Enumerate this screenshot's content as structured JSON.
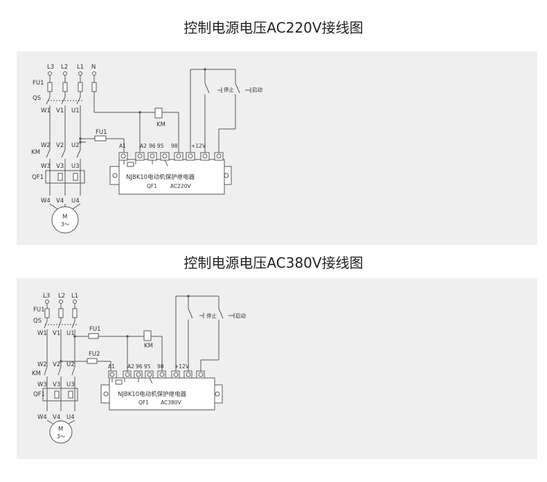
{
  "headings": {
    "ac220": "控制电源电压AC220V接线图",
    "ac380": "控制电源电压AC380V接线图"
  },
  "d1": {
    "phases": [
      "L3",
      "L2",
      "L1",
      "N"
    ],
    "fu1": "FU1",
    "qs": "QS",
    "w1": "W1",
    "v1": "V1",
    "u1": "U1",
    "w2": "W2",
    "v2": "V2",
    "u2": "U2",
    "km_left": "KM",
    "w3": "W3",
    "v3": "V3",
    "u3": "U3",
    "qf1_left": "QF1",
    "w4": "W4",
    "v4": "V4",
    "u4": "U4",
    "motor": "M",
    "motor_sub": "3～",
    "fu_ctrl": "FU1",
    "km_coil": "KM",
    "stop": "停止",
    "start": "启动",
    "t_a1": "A1",
    "t_a2": "A2",
    "t_9695": "96 95",
    "t_98": "98",
    "t_12v": "+12V",
    "relay_name": "NJBK10电动机保护继电器",
    "relay_qf1": "QF1",
    "relay_voltage": "AC220V"
  },
  "d2": {
    "phases": [
      "L3",
      "L2",
      "L1"
    ],
    "fu1": "FU1",
    "qs": "QS",
    "w1": "W1",
    "v1": "V1",
    "u1": "U1",
    "fu_ctrl1": "FU1",
    "fu_ctrl2": "FU2",
    "km_coil": "KM",
    "stop": "停止",
    "start": "启动",
    "w2": "W2",
    "v2": "V2",
    "u2": "U2",
    "km_left": "KM",
    "w3": "W3",
    "v3": "V3",
    "u3": "U3",
    "qf1_left": "QF1",
    "w4": "W4",
    "v4": "V4",
    "u4": "U4",
    "motor": "M",
    "motor_sub": "3～",
    "t_a1": "A1",
    "t_a2": "A2",
    "t_9695": "96 95",
    "t_98": "98",
    "t_12v": "+12V",
    "relay_name": "NJBK10电动机保护继电器",
    "relay_qf1": "QF1",
    "relay_voltage": "AC380V"
  }
}
